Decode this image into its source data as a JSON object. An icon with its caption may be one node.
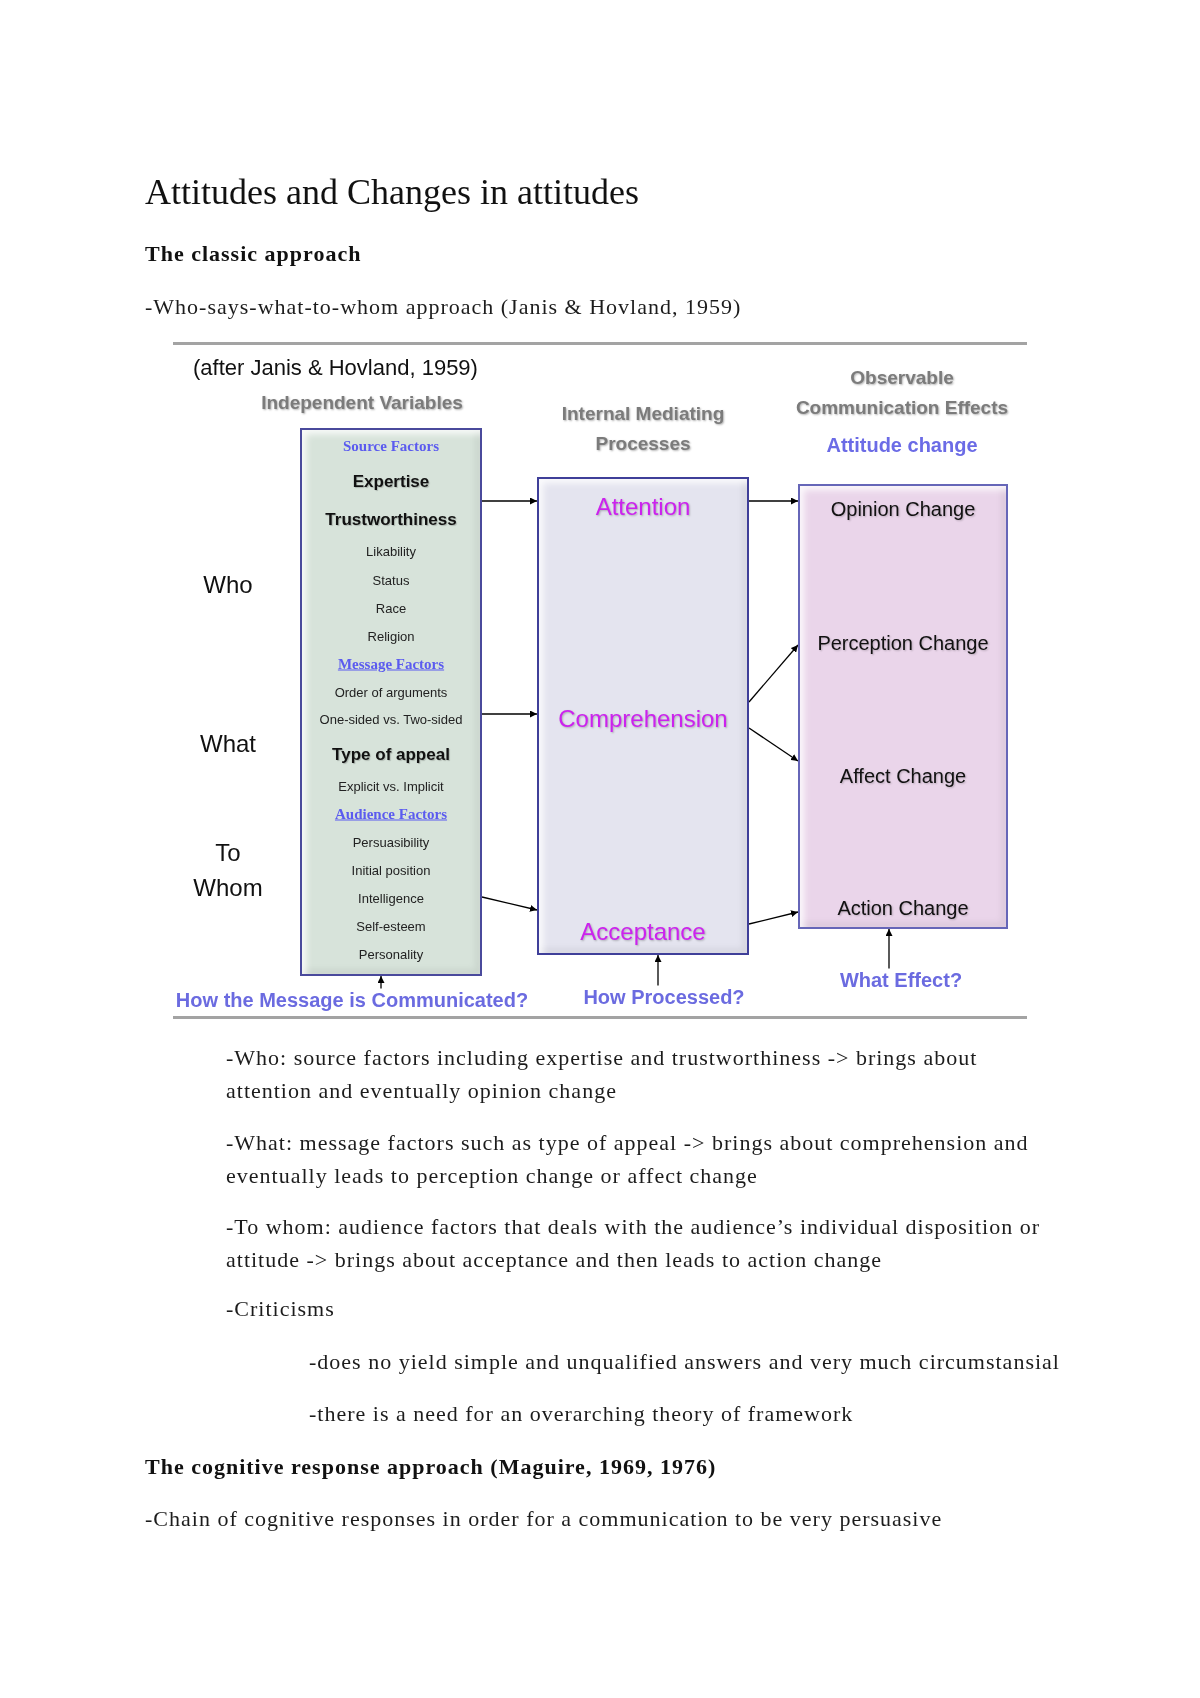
{
  "diagram": {
    "title": "Attitudes and Changes in attitudes",
    "nodes": [
      {
        "text": [
          "Independent Variables",
          "Source Factors",
          "Expertise",
          "Trustworthiness",
          "Likability",
          "Status",
          "Race",
          "Religion",
          "Message Factors",
          "Order of arguments",
          "One-sided vs. Two-sided",
          "Type of appeal",
          "Explicit vs. Implicit",
          "Audience Factors",
          "Persuasibility",
          "Initial position",
          "Intelligence",
          "Self-esteem",
          "Personality"
        ]
      },
      {
        "text": [
          "Internal Mediating Processes"
        ]
      },
      {
        "text": [
          "Attention"
        ],
        "in": 1
      },
      {
        "text": [
          "Comprehension"
        ],
        "in": 1
      },
      {
        "text": [
          "Acceptance"
        ],
        "in": 1
      },
      {
        "text": [
          "Observable Communication Effects",
          "Attitude change"
        ]
      },
      {
        "text": [
          "Opinion Change"
        ],
        "in": 5
      },
      {
        "text": [
          "Perception Change"
        ],
        "in": 5
      },
      {
        "text": [
          "Affect Change"
        ],
        "in": 5
      },
      {
        "text": [
          "Action Change"
        ],
        "in": 5
      },
      {
        "text": [
          "How the Message is Communicated?"
        ]
      },
      {
        "text": [
          "How Processed?"
        ]
      },
      {
        "text": [
          "What Effect?"
        ]
      }
    ],
    "edges": [
      {
        "from": 0,
        "to": 2,
        "arrow": "to"
      },
      {
        "from": 0,
        "to": 3,
        "arrow": "to"
      },
      {
        "from": 0,
        "to": 4,
        "arrow": "to"
      },
      {
        "from": 2,
        "to": 6,
        "arrow": "to"
      },
      {
        "from": 3,
        "to": 7,
        "arrow": "to"
      },
      {
        "from": 3,
        "to": 8,
        "arrow": "to"
      },
      {
        "from": 4,
        "to": 9,
        "arrow": "to"
      },
      {
        "from": 10,
        "to": 0,
        "arrow": "to"
      },
      {
        "from": 11,
        "to": 1,
        "arrow": "to"
      },
      {
        "from": 12,
        "to": 5,
        "arrow": "to"
      }
    ],
    "labels": [
      "The classic approach",
      "-Who-says-what-to-whom approach (Janis & Hovland, 1959)",
      "(after Janis & Hovland, 1959)",
      "Who",
      "What",
      "To Whom",
      "-Who: source factors including expertise and trustworthiness -> brings about attention and eventually opinion change",
      "-What: message factors such as type of appeal -> brings about comprehension and eventually leads to perception change or affect change",
      "-To whom: audience factors that deals with the audience’s individual disposition or attitude -> brings about acceptance and then leads to action change",
      "-Criticisms",
      "-does no yield simple and unqualified answers and very much circumstansial",
      "-there is a need for an overarching theory of framework",
      "The cognitive response approach (Maguire, 1969, 1976)",
      "-Chain of cognitive responses in order for a communication to be very persuasive"
    ]
  }
}
